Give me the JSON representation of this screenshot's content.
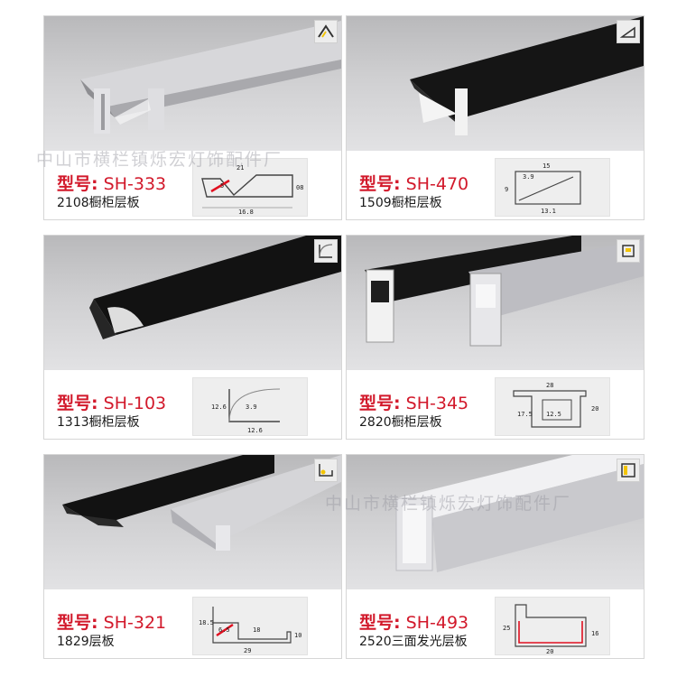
{
  "cards": [
    {
      "model_label": "型号:",
      "model_code": "SH-333",
      "description": "2108橱柜层板",
      "dims": [
        "21",
        "08",
        "16.8",
        "5"
      ]
    },
    {
      "model_label": "型号:",
      "model_code": "SH-470",
      "description": "1509橱柜层板",
      "dims": [
        "15",
        "3.9",
        "9",
        "13.1"
      ]
    },
    {
      "model_label": "型号:",
      "model_code": "SH-103",
      "description": "1313橱柜层板",
      "dims": [
        "12.6",
        "3.9",
        "12.6"
      ]
    },
    {
      "model_label": "型号:",
      "model_code": "SH-345",
      "description": "2820橱柜层板",
      "dims": [
        "28",
        "17.5",
        "12.5",
        "20"
      ]
    },
    {
      "model_label": "型号:",
      "model_code": "SH-321",
      "description": "1829层板",
      "dims": [
        "18.5",
        "18",
        "10",
        "29",
        "6.5"
      ]
    },
    {
      "model_label": "型号:",
      "model_code": "SH-493",
      "description": "2520三面发光层板",
      "dims": [
        "25",
        "16",
        "20"
      ]
    }
  ],
  "watermark": "中山市横栏镇烁宏灯饰配件厂",
  "colors": {
    "model_red": "#d2192b",
    "profile_dark": "#141414",
    "profile_silver": "#c8c8cc",
    "diagram_red": "#e01020"
  }
}
